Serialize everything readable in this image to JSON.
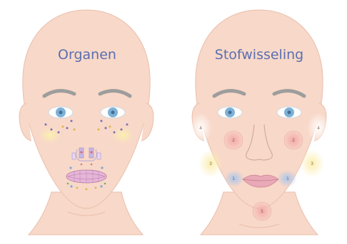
{
  "panels": [
    {
      "title": "Organen",
      "markers": []
    },
    {
      "title": "Stofwisseling",
      "markers": [
        {
          "label": "4",
          "color": "#ffffff"
        },
        {
          "label": "2",
          "color": "#f0a0a0"
        },
        {
          "label": "2",
          "color": "#f0a0a0"
        },
        {
          "label": "4",
          "color": "#ffffff"
        },
        {
          "label": "3",
          "color": "#f7e6a2"
        },
        {
          "label": "3",
          "color": "#f7e6a2"
        },
        {
          "label": "1",
          "color": "#a9c6ec"
        },
        {
          "label": "1",
          "color": "#a9c6ec"
        },
        {
          "label": "5",
          "color": "#f0a0a0"
        }
      ]
    }
  ],
  "colors": {
    "skin": "#f8d8c8",
    "skin_outline": "#e9bfad",
    "title": "#5b6fb1",
    "iris": "#7fb1d6",
    "brow": "#9d9d9d",
    "lips": "#e9a9b6"
  }
}
